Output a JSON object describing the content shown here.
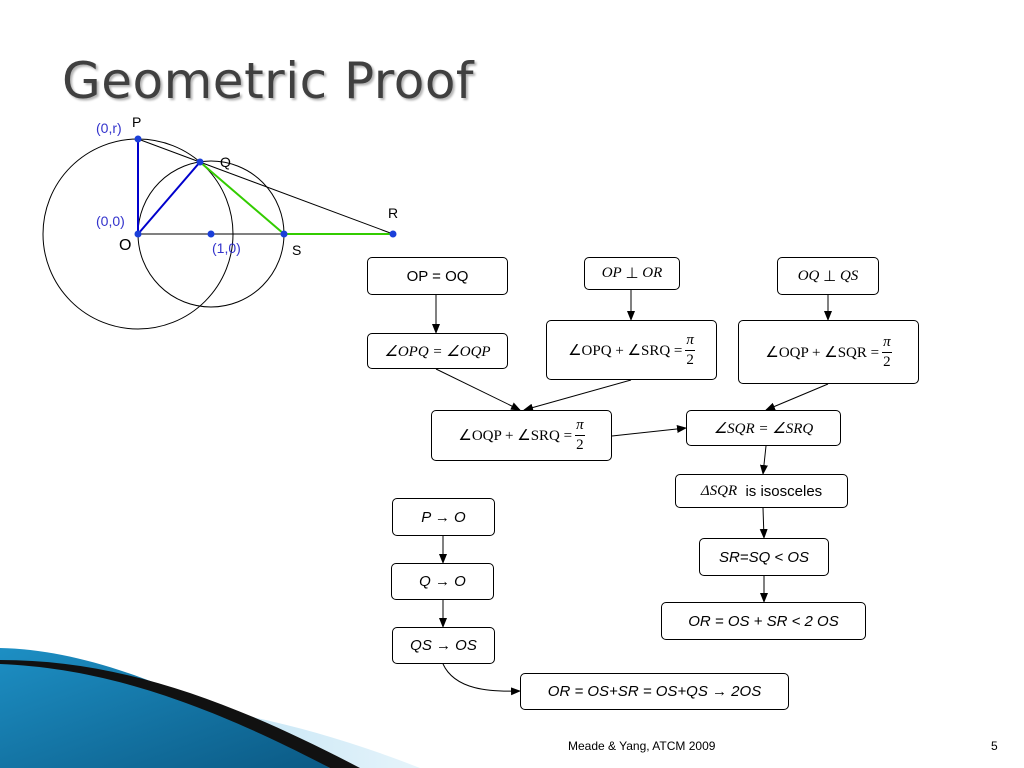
{
  "title": "Geometric Proof",
  "figure": {
    "labels": {
      "p": "P",
      "q": "Q",
      "r": "R",
      "s": "S",
      "o": "O",
      "p_coord": "(0,r)",
      "o_coord": "(0,0)",
      "center_coord": "(1,0)"
    },
    "colors": {
      "axis_blue": "#0000cc",
      "chord_green": "#33cc00",
      "point_blue": "#1a3fd9",
      "coord_text": "#3333cc"
    }
  },
  "flow": {
    "op_eq_oq": "OP = OQ",
    "op_perp_or": {
      "left": "OP",
      "sym": "⊥",
      "right": "OR"
    },
    "oq_perp_qs": {
      "left": "OQ",
      "sym": "⊥",
      "right": "QS"
    },
    "angle_opq_oqp": "∠OPQ = ∠OQP",
    "opq_srq": {
      "expr": "∠OPQ + ∠SRQ =",
      "num": "π",
      "den": "2"
    },
    "oqp_sqr": {
      "expr": "∠OQP + ∠SQR =",
      "num": "π",
      "den": "2"
    },
    "oqp_srq": {
      "expr": "∠OQP + ∠SRQ =",
      "num": "π",
      "den": "2"
    },
    "sqr_srq": "∠SQR = ∠SRQ",
    "isosceles": {
      "tri": "ΔSQR",
      "text": "is isosceles"
    },
    "sr_sq_os": "SR=SQ < OS",
    "or_os_sr": "OR = OS + SR < 2 OS",
    "p_to_o": "P → O",
    "q_to_o": "Q → O",
    "qs_to_os": "QS → OS",
    "final": "OR = OS+SR = OS+QS → 2OS"
  },
  "footer": {
    "citation": "Meade & Yang, ATCM 2009",
    "page": "5"
  }
}
